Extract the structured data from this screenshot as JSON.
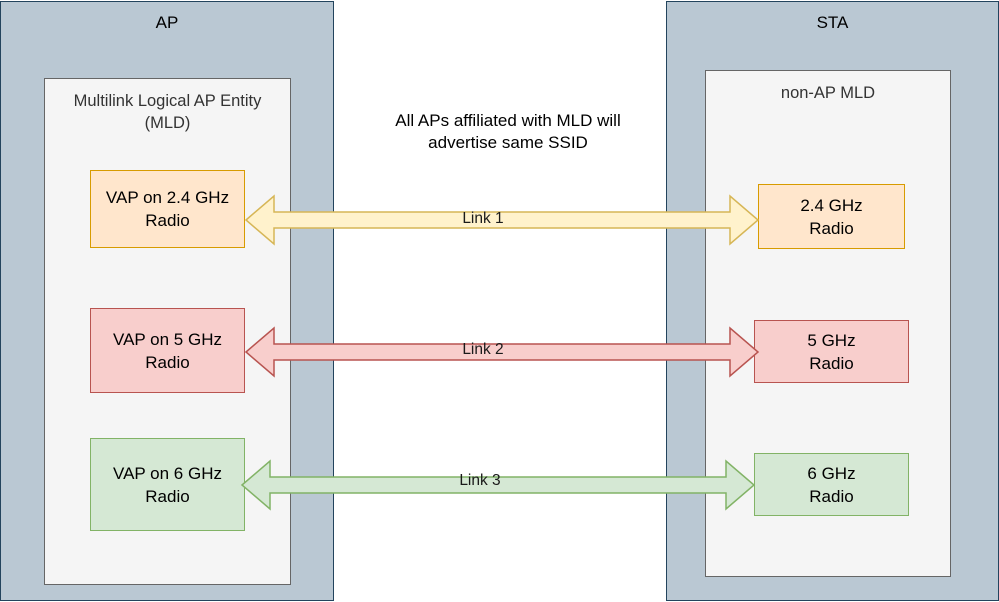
{
  "ap": {
    "title": "AP",
    "mld_title": "Multilink Logical AP Entity (MLD)",
    "radios": [
      {
        "label": "VAP on 2.4 GHz Radio",
        "fill": "#ffe6cc",
        "stroke": "#d79b00"
      },
      {
        "label": "VAP on 5 GHz Radio",
        "fill": "#f8cecc",
        "stroke": "#b85450"
      },
      {
        "label": "VAP on 6 GHz Radio",
        "fill": "#d5e8d4",
        "stroke": "#82b366"
      }
    ]
  },
  "sta": {
    "title": "STA",
    "mld_title": "non-AP MLD",
    "radios": [
      {
        "label": "2.4 GHz Radio",
        "fill": "#ffe6cc",
        "stroke": "#d79b00"
      },
      {
        "label": "5 GHz Radio",
        "fill": "#f8cecc",
        "stroke": "#b85450"
      },
      {
        "label": "6 GHz Radio",
        "fill": "#d5e8d4",
        "stroke": "#82b366"
      }
    ]
  },
  "note": "All APs affiliated with MLD will advertise same SSID",
  "links": [
    {
      "label": "Link 1",
      "fill": "#fff2cc",
      "stroke": "#d6b656"
    },
    {
      "label": "Link 2",
      "fill": "#f8cecc",
      "stroke": "#b85450"
    },
    {
      "label": "Link 3",
      "fill": "#d5e8d4",
      "stroke": "#82b366"
    }
  ],
  "colors": {
    "outer_fill": "#bac8d3",
    "outer_stroke": "#23445d",
    "inner_fill": "#f5f5f5",
    "inner_stroke": "#666666"
  }
}
